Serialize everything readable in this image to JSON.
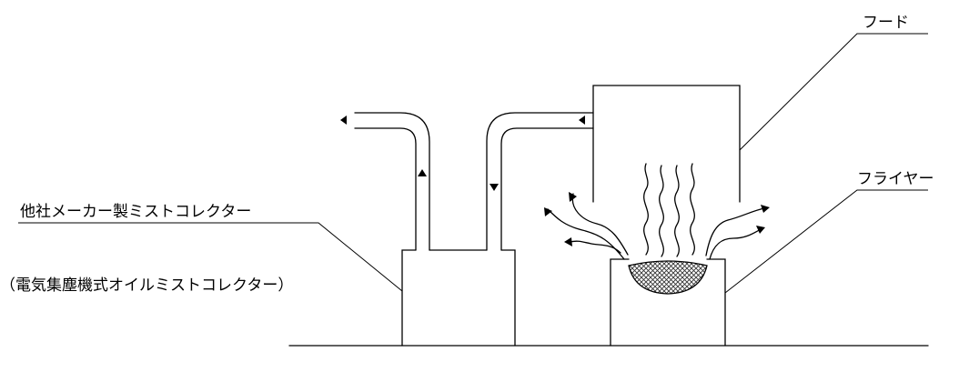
{
  "labels": {
    "hood": "フード",
    "fryer": "フライヤー",
    "collector": "他社メーカー製ミストコレクター",
    "collector_type": "（電気集塵機式オイルミストコレクター）"
  },
  "colors": {
    "line": "#000000",
    "background": "#ffffff",
    "oil": "#555555"
  },
  "icons": {
    "airflow": "arrow-icon",
    "fumes": "wavy-fume-lines"
  }
}
